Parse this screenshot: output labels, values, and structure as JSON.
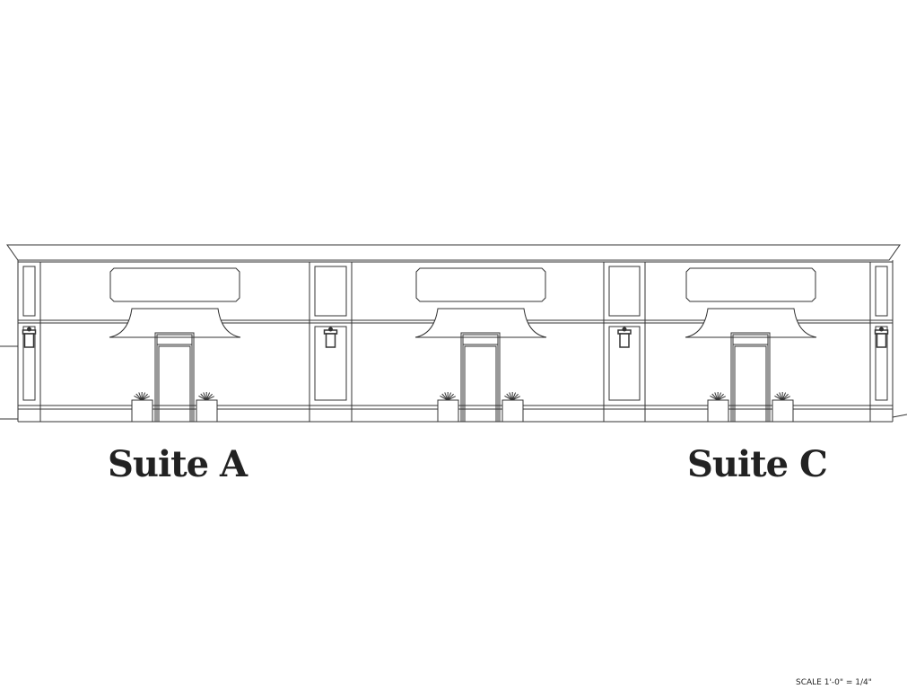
{
  "drawing": {
    "type": "front elevation",
    "bays": 3,
    "line_color": "#333333"
  },
  "labels": {
    "suite_a": "Suite A",
    "suite_c": "Suite C"
  },
  "scale_note": "SCALE 1'-0\" = 1/4\""
}
